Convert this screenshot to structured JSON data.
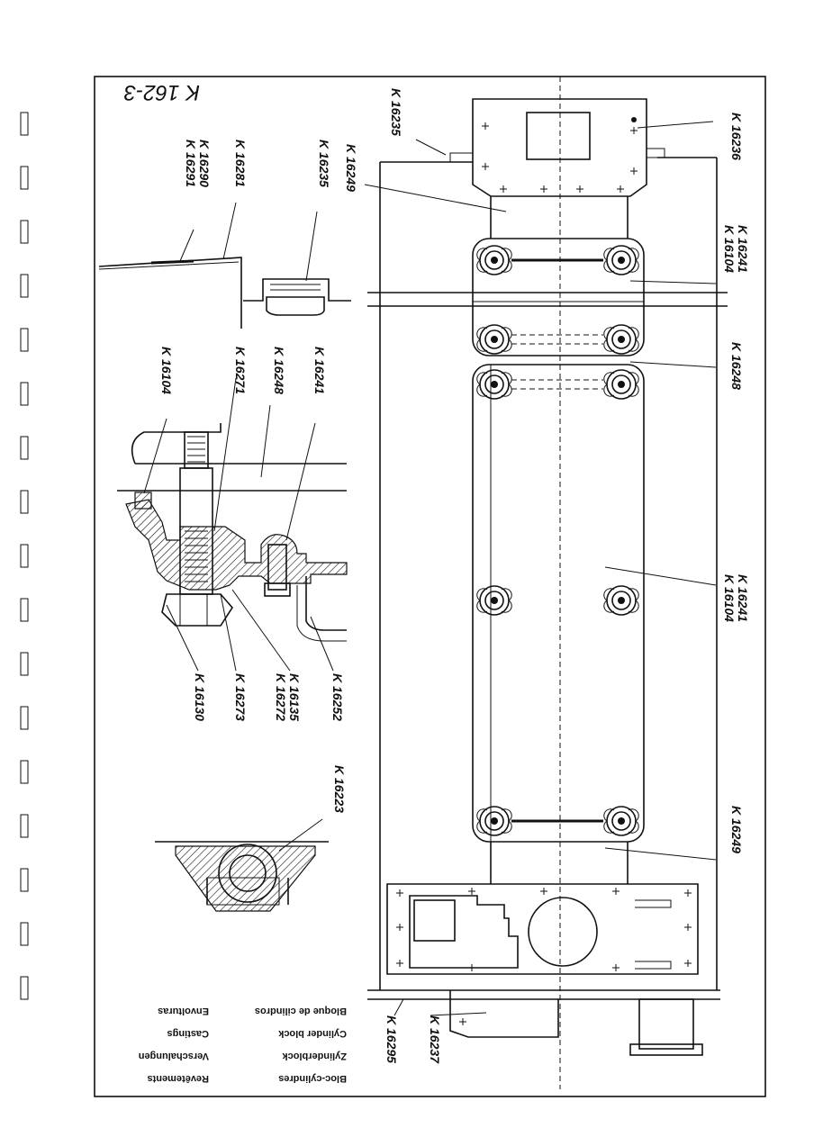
{
  "title": "K 162-3",
  "captions": {
    "col1": [
      "Bloc-cylindres",
      "Zylinderblock",
      "Cylinder block",
      "Bloque de cilindros"
    ],
    "col2": [
      "Revêtements",
      "Verschalungen",
      "Castings",
      "Envolturas"
    ]
  },
  "parts": {
    "k16235_top": "K 16235",
    "k16236": "K 16236",
    "k16249_top": "K 16249",
    "k16241_top": "K 16241",
    "k16104_top": "K 16104",
    "k16248_right": "K 16248",
    "k16241_mid": "K 16241",
    "k16104_mid": "K 16104",
    "k16249_bottom": "K 16249",
    "k16237": "K 16237",
    "k16295": "K 16295",
    "k16290": "K 16290",
    "k16291": "K 16291",
    "k16281": "K 16281",
    "k16235_detail": "K 16235",
    "k16104_detail": "K 16104",
    "k16271": "K 16271",
    "k16248_detail": "K 16248",
    "k16241_detail": "K 16241",
    "k16130": "K 16130",
    "k16273": "K 16273",
    "k16135": "K 16135",
    "k16272": "K 16272",
    "k16252": "K 16252",
    "k16223": "K 16223"
  }
}
